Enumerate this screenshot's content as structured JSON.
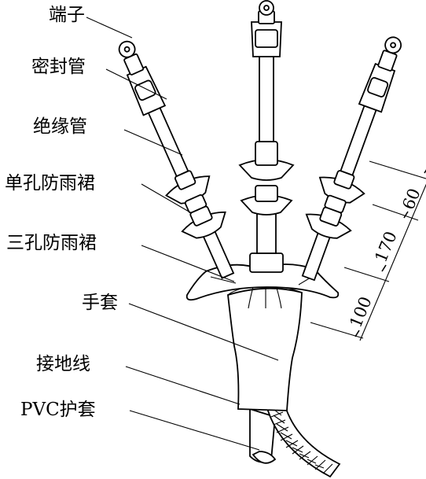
{
  "labels": {
    "terminal": "端子",
    "seal_tube": "密封管",
    "insulation_tube": "绝缘管",
    "single_hole_skirt": "单孔防雨裙",
    "triple_hole_skirt": "三孔防雨裙",
    "glove": "手套",
    "ground_wire": "接地线",
    "pvc_sheath": "PVC护套"
  },
  "dimensions": {
    "d1": "60",
    "d2": "170",
    "d3": "100"
  }
}
